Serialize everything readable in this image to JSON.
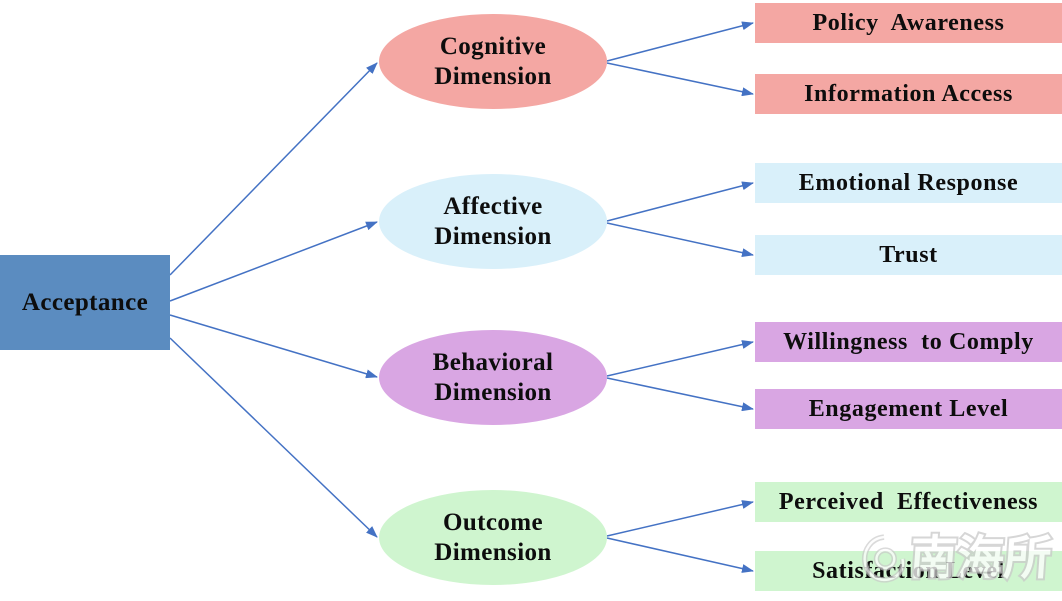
{
  "root": {
    "label": "Acceptance",
    "color": "#5b8cc0"
  },
  "branches": [
    {
      "label": "Cognitive Dimension",
      "color": "#f4a7a3",
      "children": [
        "Policy  Awareness",
        "Information Access"
      ]
    },
    {
      "label": "Affective Dimension",
      "color": "#d9f0fa",
      "children": [
        "Emotional Response",
        "Trust"
      ]
    },
    {
      "label": "Behavioral Dimension",
      "color": "#d9a6e3",
      "children": [
        "Willingness  to Comply",
        "Engagement Level"
      ]
    },
    {
      "label": "Outcome Dimension",
      "color": "#cff5cf",
      "children": [
        "Perceived  Effectiveness",
        "Satisfaction Level"
      ]
    }
  ],
  "connector_color": "#4472c4",
  "watermark": {
    "text": "南海所"
  }
}
